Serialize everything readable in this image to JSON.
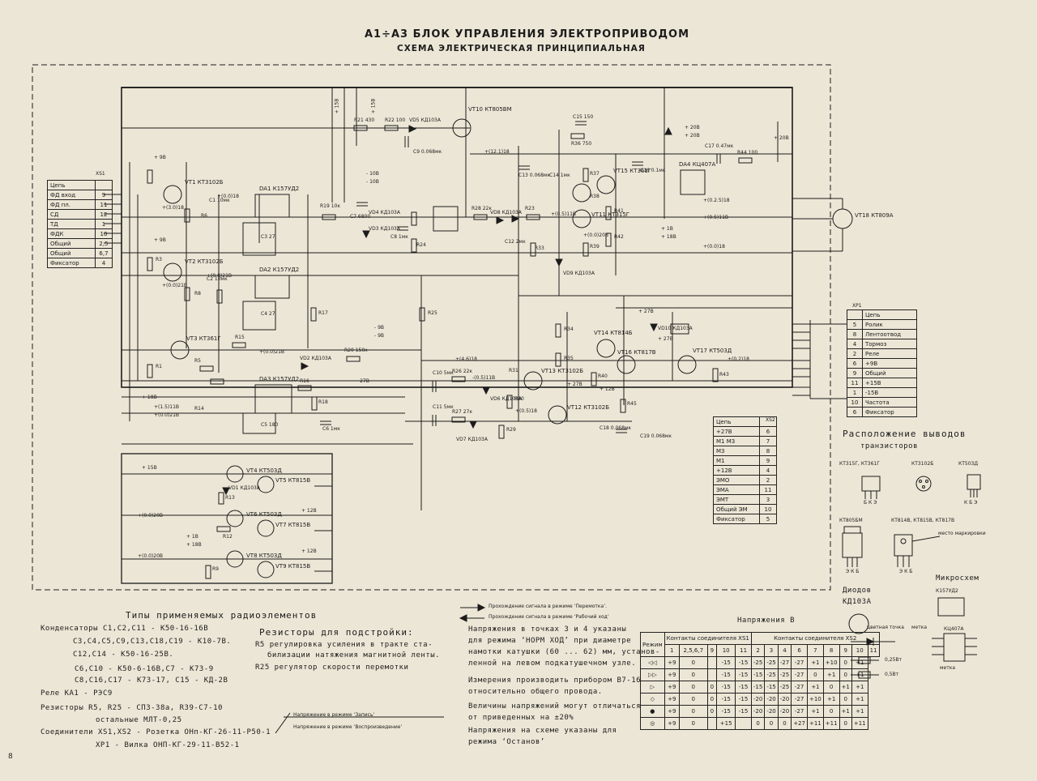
{
  "header": {
    "title": "A1÷A3 БЛОК УПРАВЛЕНИЯ ЭЛЕКТРОПРИВОДОМ",
    "subtitle": "СХЕМА ЭЛЕКТРИЧЕСКАЯ ПРИНЦИПИАЛЬНАЯ"
  },
  "page_number": "8",
  "xs1": {
    "title": "XS1",
    "rows": [
      {
        "name": "Цепь",
        "pin": ""
      },
      {
        "name": "ФД вход",
        "pin": "9"
      },
      {
        "name": "ФД пл.",
        "pin": "11"
      },
      {
        "name": "СД",
        "pin": "12"
      },
      {
        "name": "ТД",
        "pin": "1"
      },
      {
        "name": "ФДК",
        "pin": "10"
      },
      {
        "name": "Общий",
        "pin": "2,5"
      },
      {
        "name": "Общий",
        "pin": "6,7"
      },
      {
        "name": "Фиксатор",
        "pin": "4"
      }
    ]
  },
  "xp1": {
    "title": "XP1",
    "rows": [
      {
        "pin": "",
        "name": "Цепь"
      },
      {
        "pin": "5",
        "name": "Ролик"
      },
      {
        "pin": "8",
        "name": "Лентоотвод"
      },
      {
        "pin": "4",
        "name": "Тормоз"
      },
      {
        "pin": "2",
        "name": "Реле"
      },
      {
        "pin": "6",
        "name": "+9В"
      },
      {
        "pin": "9",
        "name": "Общий"
      },
      {
        "pin": "11",
        "name": "+15В"
      },
      {
        "pin": "1",
        "name": "-15В"
      },
      {
        "pin": "10",
        "name": "Частота"
      },
      {
        "pin": "6",
        "name": "Фиксатор"
      }
    ]
  },
  "xs2": {
    "title": "XS2",
    "rows": [
      {
        "name": "Цепь",
        "pin": ""
      },
      {
        "name": "+27В",
        "pin": "6"
      },
      {
        "name": "M1 M3",
        "pin": "7"
      },
      {
        "name": "M3",
        "pin": "8"
      },
      {
        "name": "M1",
        "pin": "9"
      },
      {
        "name": "+12В",
        "pin": "4"
      },
      {
        "name": "ЭМО",
        "pin": "2"
      },
      {
        "name": "ЭМА",
        "pin": "11"
      },
      {
        "name": "ЭМТ",
        "pin": "3"
      },
      {
        "name": "Общий ЭМ",
        "pin": "10"
      },
      {
        "name": "Фиксатор",
        "pin": "5"
      }
    ]
  },
  "components": {
    "transistors": [
      "VT10 КТ805ВМ",
      "VT1 КТ3102Б",
      "VT2 КТ3102Б",
      "VT3 КТ361Г",
      "VT15 КТ361Г",
      "VT14 КТ814Б",
      "VT16 КТ817В",
      "VT17 КТ503Д",
      "VT18 КТ809А",
      "VT12 КТ3102Б",
      "VT13 КТ3102Б",
      "VT4 КТ503Д",
      "VT5 КТ815В",
      "VT6 КТ503Д",
      "VT7 КТ815В",
      "VT8 КТ503Д",
      "VT9 КТ815В",
      "VT11 КТ315Г"
    ],
    "chips": [
      "DA1 К157УД2",
      "DA2 К157УД2",
      "DA3 К157УД2",
      "DA4 КЦ407А"
    ],
    "diodes": [
      "VD5 КД103А",
      "VD4 КД103А",
      "VD3 КД103А",
      "VD8 КД103А",
      "VD9 КД103А",
      "VD6 КД103А",
      "VD7 КД103А",
      "VD10 КД103А",
      "VD1 КД103А",
      "VD2 КД103А"
    ],
    "resistors": [
      "R21 430",
      "R22 100",
      "R19 10к",
      "R36 750",
      "R37",
      "R38",
      "R41",
      "R42",
      "R39",
      "R40",
      "R34",
      "R35",
      "R33",
      "R43",
      "R44 100",
      "R45",
      "R28 22к",
      "R26 22к",
      "R27 27к",
      "R24",
      "R25",
      "R20 150к",
      "R23",
      "R29",
      "R30",
      "R31",
      "R15",
      "R17",
      "R16",
      "R18",
      "R1",
      "R3",
      "R5",
      "R6",
      "R8",
      "R9",
      "R12",
      "R14",
      "R13"
    ],
    "capacitors": [
      "C15 150",
      "C16 0.1мк",
      "C17 0.47мк",
      "C13 0.068мк",
      "C14 1мк",
      "C9 0.068мк",
      "C7 6800",
      "C8 1мк",
      "C12 2мк",
      "C10 5мк",
      "C11 5мк",
      "C18 0.068мк",
      "C19 0.068мк",
      "C1 10мк",
      "C2 10мк",
      "C3 27",
      "C4 27",
      "C5 180",
      "C6 1мк"
    ]
  },
  "schematic_labels": {
    "voltages": [
      "+ 15В",
      "+ 15В",
      "+ 9В",
      "+ 9В",
      "- 10В",
      "- 10В",
      "+ 20В",
      "+ 20В",
      "+ 20В",
      "+ 12В",
      "+ 12В",
      "+ 12В",
      "- 9В",
      "- 9В",
      "+ 27В",
      "+ 27В",
      "+ 27В",
      "+ 1В",
      "+ 1В",
      "+ 18В",
      "+ 18В",
      "- 27В",
      "+ 18В",
      "+ 15В"
    ],
    "measurements": [
      "+(12.1)18",
      "+(0.0)18",
      "+(3.0)18",
      "+(0.0)21В",
      "+(0.2.5)18",
      "+(0.5)11В",
      "+(0.0)18",
      "+(0.0)21В",
      "+(0.5)11В",
      "+(4.6)18",
      "-(0.5)11В",
      "+(0.5)18",
      "+(0.2)18",
      "+(0.0)21В",
      "+(1.5)11В",
      "+(0.0)20В",
      "+(0.0)20В",
      "+(0.0)21В",
      "+(0.0)20В"
    ]
  },
  "legend": {
    "types_title": "Типы применяемых радиоэлементов",
    "lines": [
      "Конденсаторы  C1,C2,C11 - К50-16-16В",
      "С3,С4,С5,С9,С13,С18,С19 - К10-7В.",
      "С12,С14 - К50-16-25В.",
      "С6,С10 - К50-6-16В,С7 - К73-9",
      "С8,С16,С17 - К73-17, С15 - КД-2В",
      "Реле  KA1 - РЭС9",
      "Резисторы  R5, R25 - СП3-38а, R39-С7-10",
      "остальные  МЛТ-0,25",
      "Соединители  XS1,XS2 - Розетка ОНп-КГ-26-11-Р50-1",
      "XP1 - Вилка ОНП-КГ-29-11-В52-1"
    ],
    "trim_title": "Резисторы для подстройки:",
    "trim_lines": [
      "R5  регулировка усиления в тракте ста-",
      "билизации натяжения магнитной ленты.",
      "R25  регулятор скорости перемотки"
    ],
    "voltage_notes": [
      "Напряжение в режиме ‘Запись’",
      "Напряжение в режиме ‘Воспроизведение’"
    ],
    "signal_notes": [
      "Прохождение сигнала в режиме ‘Перемотка’.",
      "Прохождение сигнала в режиме ‘Рабочий ход’",
      "Напряжения в точках 3 и 4 указаны",
      "для режима ‘НОРМ ХОД’ при диаметре",
      "намотки катушки (60 ... 62) мм, установ-",
      "ленной на левом подкатушечном узле.",
      "Измерения производить прибором В7-16",
      "относительно общего провода.",
      "Величины напряжений могут отличаться",
      "от приведенных на ±20%",
      "Напряжения на схеме указаны для",
      "режима ‘Останов’"
    ]
  },
  "voltage_table": {
    "title": "Напряжения В",
    "head1": [
      "Режим",
      "Контакты соединителя XS1",
      "Контакты соединителя XS2"
    ],
    "head2": [
      "",
      "1",
      "2,5,6,7",
      "9",
      "10",
      "11",
      "2",
      "3",
      "4",
      "6",
      "7",
      "8",
      "9",
      "10",
      "11"
    ],
    "rows": [
      [
        "◁◁",
        "+9",
        "0",
        "",
        "-15",
        "-15",
        "-25",
        "-25",
        "-27",
        "-27",
        "+1",
        "+10",
        "0",
        "+1"
      ],
      [
        "▷▷",
        "+9",
        "0",
        "",
        "-15",
        "-15",
        "-15",
        "-25",
        "-25",
        "-27",
        "0",
        "+1",
        "0",
        "+1"
      ],
      [
        "▷",
        "+9",
        "0",
        "0",
        "-15",
        "-15",
        "-15",
        "-15",
        "-25",
        "-27",
        "+1",
        "0",
        "+1",
        "+1"
      ],
      [
        "◇",
        "+9",
        "0",
        "0",
        "-15",
        "-15",
        "-20",
        "-20",
        "-20",
        "-27",
        "+10",
        "+1",
        "0",
        "+1"
      ],
      [
        "●",
        "+9",
        "0",
        "0",
        "-15",
        "-15",
        "-20",
        "-20",
        "-20",
        "-27",
        "+1",
        "0",
        "+1",
        "+1"
      ],
      [
        "◎",
        "+9",
        "0",
        "",
        "+15",
        "",
        "0",
        "0",
        "0",
        "+27",
        "+11",
        "+11",
        "0",
        "+11"
      ]
    ]
  },
  "pinouts": {
    "title": "Расположение выводов",
    "sub": "транзисторов",
    "groups": [
      {
        "name": "КТ315Г, КТ361Г",
        "pins": "Б К Э"
      },
      {
        "name": "КТ3102Б",
        "pins": ""
      },
      {
        "name": "КТ503Д",
        "pins": "К Б Э"
      },
      {
        "name": "КТ805БМ",
        "pins": "Э К Б"
      },
      {
        "name": "КТ814В, КТ815В, КТ817В",
        "pins": "Э К Б"
      }
    ],
    "mark_label": "место маркировки",
    "diodes_title": "Диодов",
    "diode_type": "КД103А",
    "diode_note": "цветная точка",
    "micro_title": "Микросхем",
    "micro_types": [
      "К157УД2",
      "КЦ407А"
    ],
    "metka": "метка",
    "res_notes": [
      "0,25Вт",
      "0,5Вт"
    ]
  }
}
